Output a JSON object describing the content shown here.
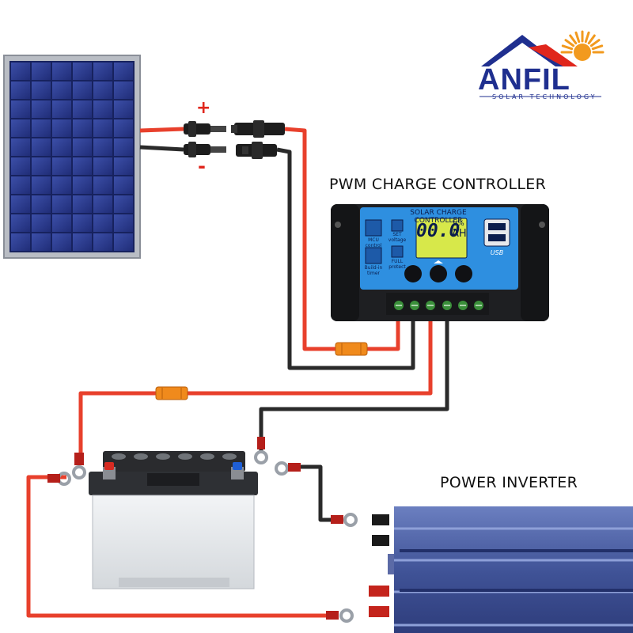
{
  "logo": {
    "name": "ANFIL",
    "tagline": "SOLAR TECHNOLOGY",
    "colors": {
      "brand": "#1f2f8f",
      "sun": "#f29a1e",
      "roof": "#e0261c"
    }
  },
  "labels": {
    "controller_title": "PWM CHARGE CONTROLLER",
    "inverter_title": "POWER INVERTER",
    "positive": "+",
    "negative": "-"
  },
  "controller": {
    "header": "SOLAR CHARGE CONTROLLER",
    "display_value": "00.0",
    "unit_top": "V%",
    "unit_bottom": "AH",
    "mcu_label": "MCU control",
    "set_label": "SET voltage",
    "timer_label": "Build-in timer",
    "protect_label": "FULL protect",
    "usb_label": "USB",
    "buttons": [
      "mode-button",
      "up-button",
      "down-button"
    ],
    "colors": {
      "body": "#1e1f22",
      "face": "#2e8fe0",
      "lcd": "#d7e84a"
    }
  },
  "wire_colors": {
    "positive": "#e8402c",
    "negative": "#2a2a2a",
    "fuse": "#f08a1c"
  },
  "components": [
    "solar-panel",
    "mc4-connectors",
    "charge-controller",
    "battery",
    "power-inverter"
  ]
}
